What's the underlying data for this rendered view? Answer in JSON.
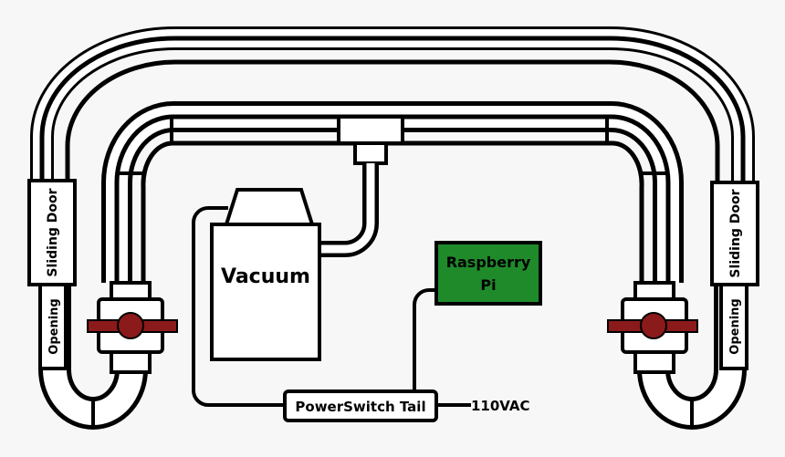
{
  "labels": {
    "vacuum": "Vacuum",
    "raspberry_pi_line1": "Raspberry",
    "raspberry_pi_line2": "Pi",
    "powerswitch_tail": "PowerSwitch Tail",
    "mains": "110VAC",
    "sliding_door_left": "Sliding Door",
    "opening_left": "Opening",
    "sliding_door_right": "Sliding Door",
    "opening_right": "Opening"
  },
  "colors": {
    "background": "#f7f7f7",
    "pipe_fill": "#ffffff",
    "stroke": "#000000",
    "raspberry_pi": "#1f8a2a",
    "valve_handle": "#8b1a1a"
  }
}
